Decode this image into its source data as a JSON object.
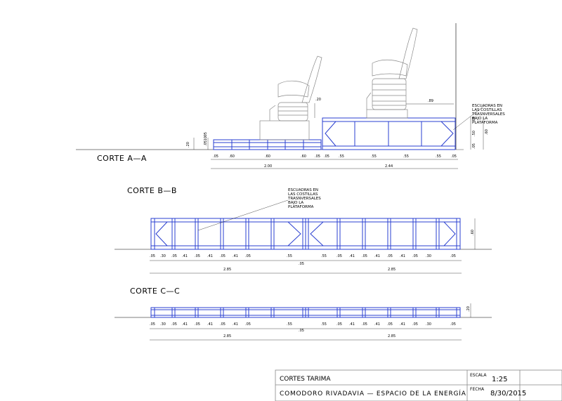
{
  "sections": {
    "aa": {
      "title": "CORTE A—A",
      "dims_bottom_left": [
        ".05",
        ".60",
        ".60",
        ".60",
        ".05"
      ],
      "dims_bottom_right": [
        ".05",
        ".55",
        ".55",
        ".55",
        ".55",
        ".05"
      ],
      "total_left": "2.00",
      "total_right": "2.44",
      "height_left": ".20",
      "height_left_detail": [
        ".05",
        ".10",
        ".05"
      ],
      "height_right": [
        ".05",
        ".50",
        ".60",
        ".05"
      ],
      "offset_seat": ".20",
      "seat_dim": ".89"
    },
    "bb": {
      "title": "CORTE B—B",
      "dims_left": [
        ".05",
        ".30",
        ".05",
        ".41",
        ".05",
        ".41",
        ".05",
        ".41",
        ".05",
        ".55"
      ],
      "dims_right": [
        ".55",
        ".05",
        ".41",
        ".05",
        ".41",
        ".05",
        ".41",
        ".05",
        ".30",
        ".05"
      ],
      "total_left": "2.85",
      "gap": ".05",
      "total_right": "2.85",
      "height": ".60"
    },
    "cc": {
      "title": "CORTE C—C",
      "dims_left": [
        ".05",
        ".30",
        ".05",
        ".41",
        ".05",
        ".41",
        ".05",
        ".41",
        ".05",
        ".55"
      ],
      "dims_right": [
        ".55",
        ".05",
        ".41",
        ".05",
        ".41",
        ".05",
        ".41",
        ".05",
        ".30",
        ".05"
      ],
      "total_left": "2.85",
      "gap": ".05",
      "total_right": "2.85",
      "height": ".20"
    }
  },
  "notes": {
    "aa": [
      "ESCUADRAS EN",
      "LAS COSTILLAS",
      "TRASNVERSALES",
      "BAJO LA",
      "PLATAFORMA"
    ],
    "bb": [
      "ESCUADRAS EN",
      "LAS COSTILLAS",
      "TRASNVERSALES",
      "BAJO LA",
      "PLATAFORMA"
    ]
  },
  "title_block": {
    "sheet_title": "CORTES TARIMA",
    "project": "COMODORO RIVADAVIA — ESPACIO DE LA ENERGÍA",
    "scale_label": "ESCALA",
    "scale_value": "1:25",
    "date_label": "FECHA",
    "date_value": "8/30/2015"
  },
  "colors": {
    "structure": "#2a3fd0",
    "line": "#000000",
    "border": "#888888"
  }
}
